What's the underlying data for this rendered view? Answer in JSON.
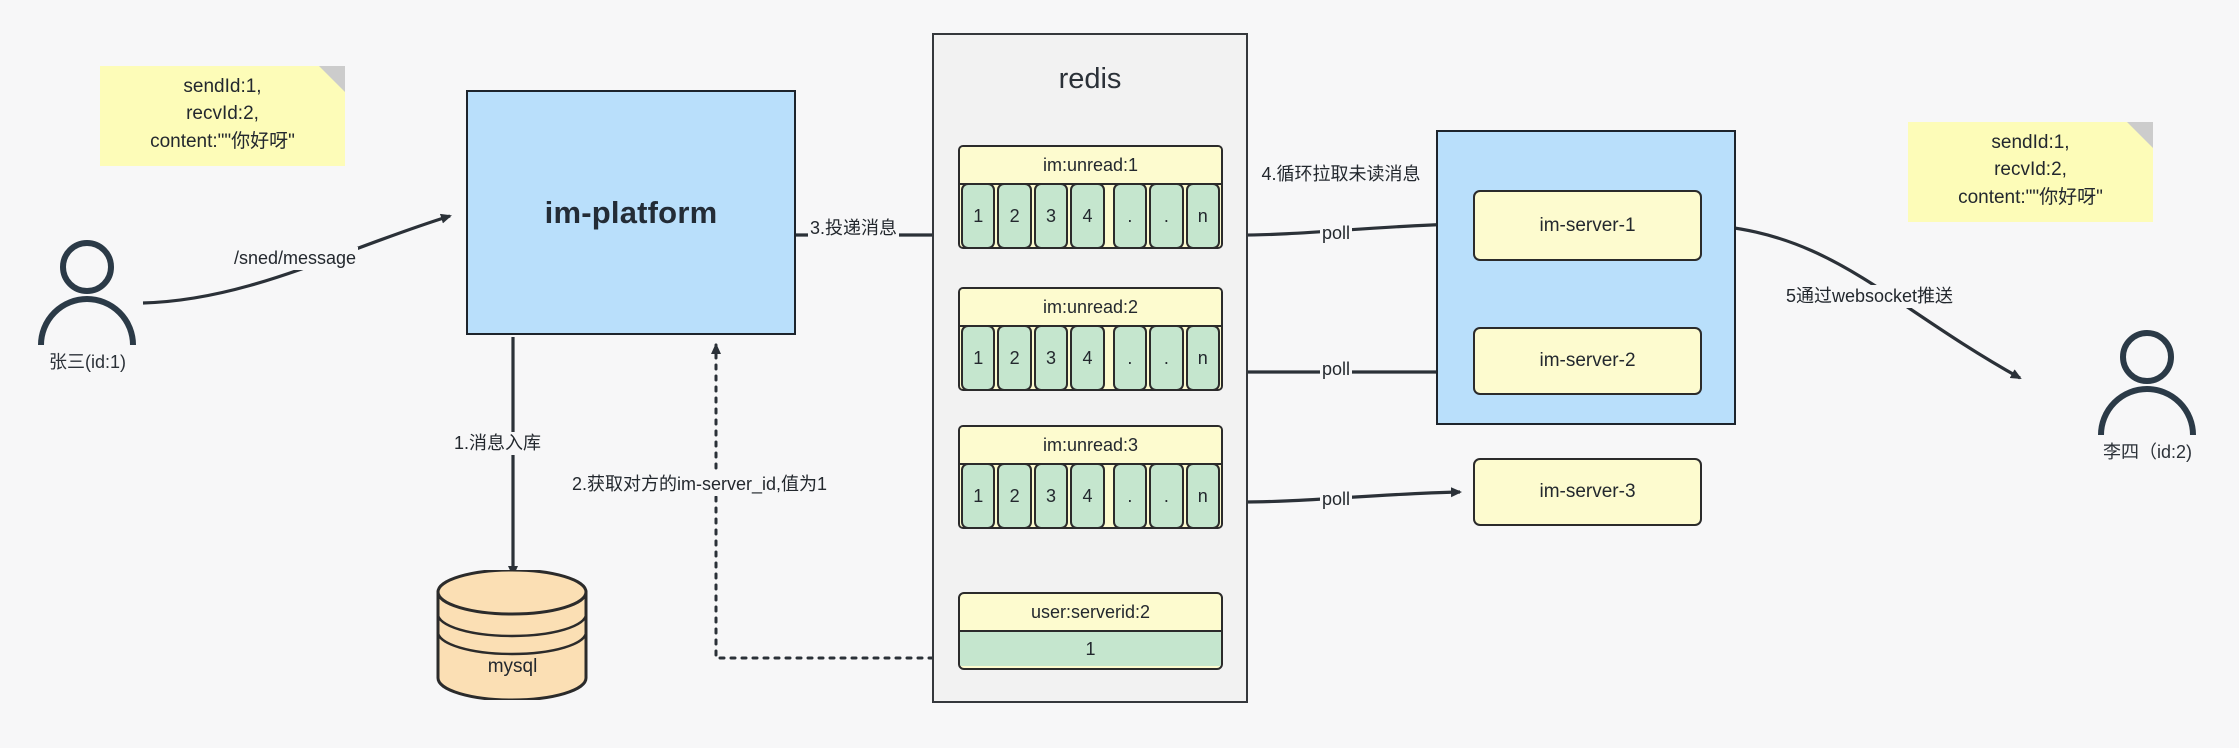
{
  "diagram": {
    "title": "IM message delivery flow",
    "colors": {
      "note_yellow": "#fdfcb8",
      "box_blue": "#b9dffb",
      "server_yellow": "#fdfbcf",
      "cell_green": "#c5e6ce",
      "db_orange": "#fbdfb4",
      "stroke": "#23282e",
      "background": "#f7f7f8"
    }
  },
  "notes": {
    "left": "sendId:1,\nrecvId:2,\ncontent:\"\"你好呀\"",
    "right": "sendId:1,\nrecvId:2,\ncontent:\"\"你好呀\""
  },
  "actors": {
    "sender": {
      "label": "张三(id:1)"
    },
    "receiver": {
      "label": "李四（id:2)"
    }
  },
  "platform": {
    "title": "im-platform"
  },
  "database": {
    "label": "mysql"
  },
  "redis": {
    "title": "redis",
    "lists": [
      {
        "key": "im:unread:1",
        "cells": [
          "1",
          "2",
          "3",
          "4",
          ".",
          ".",
          "n"
        ]
      },
      {
        "key": "im:unread:2",
        "cells": [
          "1",
          "2",
          "3",
          "4",
          ".",
          ".",
          "n"
        ]
      },
      {
        "key": "im:unread:3",
        "cells": [
          "1",
          "2",
          "3",
          "4",
          ".",
          ".",
          "n"
        ]
      }
    ],
    "kv": {
      "key": "user:serverid:2",
      "value": "1"
    }
  },
  "im_servers": {
    "items": [
      {
        "label": "im-server-1"
      },
      {
        "label": "im-server-2"
      },
      {
        "label": "im-server-3"
      }
    ]
  },
  "edges": {
    "send_message": "/sned/message",
    "step1": "1.消息入库",
    "step2": "2.获取对方的im-server_id,值为1",
    "step3": "3.投递消息",
    "step4": "4.循环拉取未读消息",
    "poll1": "poll",
    "poll2": "poll",
    "poll3": "poll",
    "step5": "5通过websocket推送"
  }
}
